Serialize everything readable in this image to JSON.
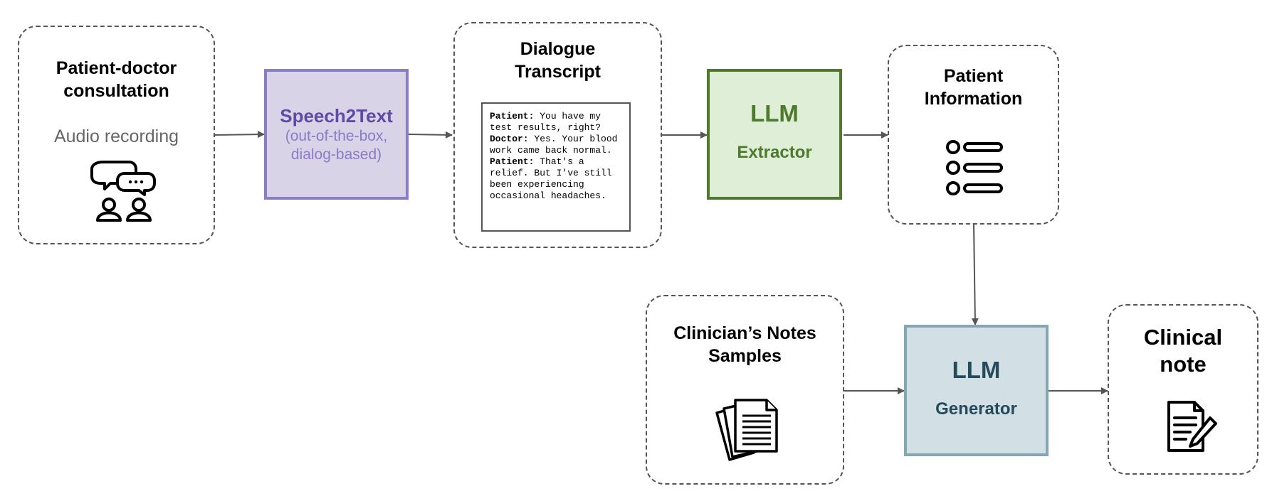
{
  "nodes": {
    "consultation": {
      "title_line1": "Patient-doctor",
      "title_line2": "consultation",
      "subtitle": "Audio recording"
    },
    "speech2text": {
      "title": "Speech2Text",
      "sub_line1": "(out-of-the-box,",
      "sub_line2": "dialog-based)"
    },
    "transcript": {
      "title_line1": "Dialogue",
      "title_line2": "Transcript",
      "turns": [
        {
          "speaker": "Patient:",
          "text": " You have my test results, right?"
        },
        {
          "speaker": "Doctor:",
          "text": " Yes. Your blood work came back normal."
        },
        {
          "speaker": "Patient:",
          "text": " That's a relief. But I've still been experiencing occasional headaches."
        }
      ]
    },
    "extractor": {
      "title": "LLM",
      "subtitle": "Extractor"
    },
    "patient_info": {
      "title_line1": "Patient",
      "title_line2": "Information"
    },
    "notes_samples": {
      "title_line1": "Clinician’s Notes",
      "title_line2": "Samples"
    },
    "generator": {
      "title": "LLM",
      "subtitle": "Generator"
    },
    "clinical_note": {
      "title_line1": "Clinical",
      "title_line2": "note"
    }
  },
  "colors": {
    "speech2text_fill": "#d9d3e8",
    "speech2text_text": "#5f4aa6",
    "speech2text_sub": "#8c7cc6",
    "extractor_fill": "#dfeed6",
    "extractor_text": "#4e7a2e",
    "generator_fill": "#d2e0e5",
    "generator_text": "#254a5a",
    "arrow": "#555555",
    "muted_text": "#666666"
  },
  "icons": [
    "chat-people-icon",
    "list-icon",
    "documents-icon",
    "note-pen-icon"
  ]
}
